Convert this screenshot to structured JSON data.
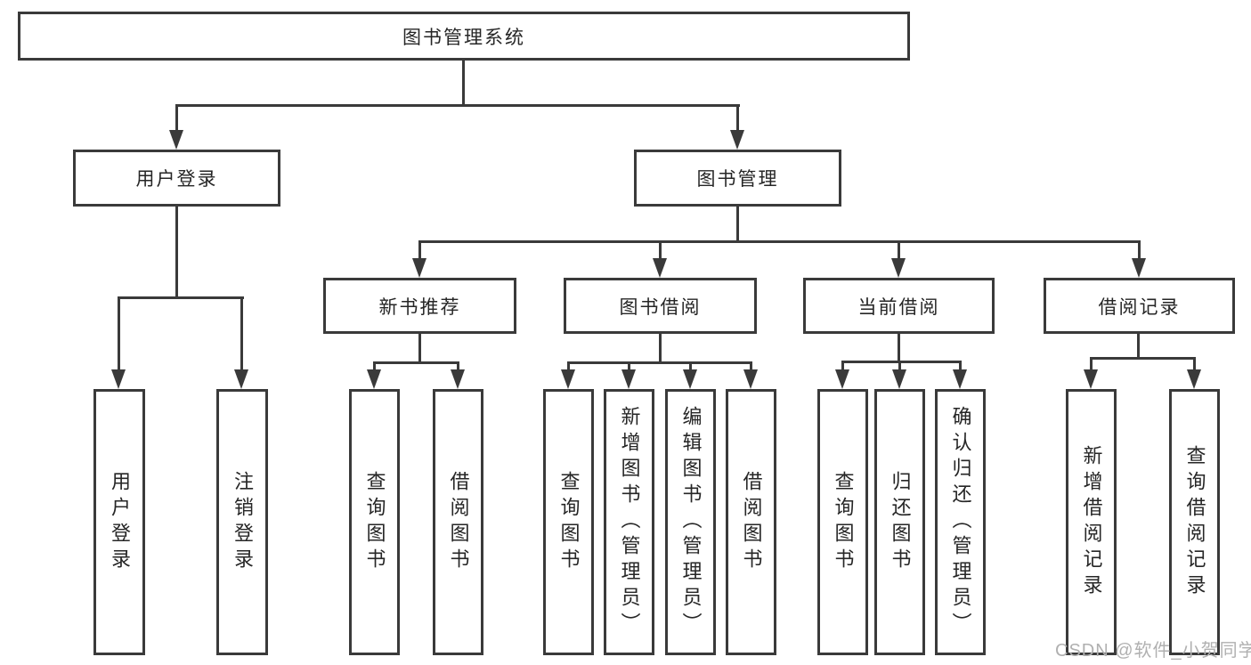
{
  "diagram": {
    "watermark": "CSDN @软件_小贺同学",
    "colors": {
      "line": "#3a3a3a",
      "text": "#262626",
      "watermark": "#b0b0b0",
      "background": "#ffffff"
    },
    "tree": {
      "root": {
        "label": "图书管理系统"
      },
      "branches": [
        {
          "label": "用户登录",
          "children": [
            {
              "label": "用户登录"
            },
            {
              "label": "注销登录"
            }
          ]
        },
        {
          "label": "图书管理",
          "children": [
            {
              "label": "新书推荐",
              "children": [
                {
                  "label": "查询图书"
                },
                {
                  "label": "借阅图书"
                }
              ]
            },
            {
              "label": "图书借阅",
              "children": [
                {
                  "label": "查询图书"
                },
                {
                  "label": "新增图书（管理员）"
                },
                {
                  "label": "编辑图书（管理员）"
                },
                {
                  "label": "借阅图书"
                }
              ]
            },
            {
              "label": "当前借阅",
              "children": [
                {
                  "label": "查询图书"
                },
                {
                  "label": "归还图书"
                },
                {
                  "label": "确认归还（管理员）"
                }
              ]
            },
            {
              "label": "借阅记录",
              "children": [
                {
                  "label": "新增借阅记录"
                },
                {
                  "label": "查询借阅记录"
                }
              ]
            }
          ]
        }
      ]
    }
  }
}
